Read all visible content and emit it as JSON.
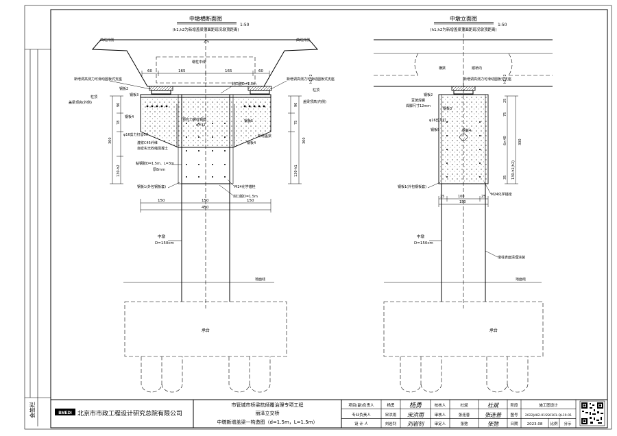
{
  "left_drawing": {
    "title": "中墩横断面图",
    "scale": "1:50",
    "note": "(h1,h2为新增盖梁顶面距现况墩顶距离)",
    "labels": {
      "curb_outer_left": "曲线外侧",
      "curb_outer_right": "曲线外侧",
      "slope": "2%",
      "pier_axis": "墩柱中线",
      "bearing_left": "新增调高测力可滑动圆板式支座",
      "bearing_right": "新增调高测力可滑动圆板式支座",
      "steel_plate_2": "钢板2",
      "steel_plate_3": "钢板3",
      "steel_plate_4": "钢板4",
      "steel_plate_5": "钢板5",
      "column_top": "柱顶",
      "cap_top_outer": "盖梁顶高(外侧)",
      "cap_top_inner": "盖梁顶高(内侧)",
      "seal_glue_top": "封口胶D=1.5m",
      "prestress_rebar": "预应力螺纹钢筋",
      "prestress_d": "d=32",
      "new_cap": "新增盖梁",
      "shear_stud": "φ16剪力钉@50",
      "concrete_1": "灌浆C45纤维",
      "concrete_2": "自密实无收缩混凝土",
      "glue": "粘钢胶D=1.5m、L=3m",
      "glue_thickness": "厚8mm",
      "steel_plate_1": "钢板1(外包钢板套)",
      "chem_anchor": "M24化学锚栓",
      "seal_glue_bottom": "封口胶D=1.5m",
      "pier": "中墩",
      "pier_d": "D=150cm",
      "ground_line": "地面线",
      "pile_cap": "承台"
    },
    "dims": {
      "d60a": "60",
      "d165a": "165",
      "d165b": "165",
      "d60b": "60",
      "v90": "90",
      "v78": "78",
      "v300": "300",
      "v130": "130-h2",
      "v130b": "130-h1",
      "v90r": "90",
      "v75r": "75",
      "v300r": "300",
      "h150a": "150",
      "h150b": "150",
      "h150c": "150",
      "h450": "450",
      "h1h2": "h1~2"
    }
  },
  "right_drawing": {
    "title": "中墩立面图",
    "scale": "1:50",
    "note": "(h1,h2为新增盖梁顶面距现况墩顶距离)",
    "labels": {
      "cross_beam": "横梁",
      "bridge_dir": "顺桥向",
      "bearing": "新增调高测力可滑动圆板式支座",
      "steel_plate_2": "钢板2",
      "stud_weld": "豆玻焊螺",
      "weld_size": "焊脚尺寸12mm",
      "steel_plate_3": "钢板3",
      "shear_stud": "φ16剪力钉",
      "steel_plate_5": "钢板5",
      "steel_plate_4": "钢板4",
      "steel_plate_1": "钢板1(外包钢板套)",
      "chem_anchor": "M24化学锚栓",
      "pier": "中墩",
      "pier_d": "D=150cm",
      "surface_coat": "墩柱表面清理涂装",
      "ground_line": "地面线",
      "pile_cap": "承台"
    },
    "dims": {
      "d25a": "25",
      "d100": "100",
      "d25b": "25",
      "d150": "150",
      "v25": "25",
      "v75": "75",
      "v640": "6×40",
      "v300": "300",
      "v130": "130-h1(h2)",
      "v35": "35",
      "h1h2": "h1~2"
    }
  },
  "title_block": {
    "company": "北京市市政工程设计研究总院有限公司",
    "logo": "BMEDI",
    "project_line1": "市管城市桥梁抗倾覆治理专项工程",
    "project_line2": "丽泽立交桥",
    "drawing_name": "中墩新增盖梁一构造图（d=1.5m，L=1.5m）",
    "rows": [
      {
        "role": "项目(副)负责人",
        "name": "杨勇",
        "check_role": "校核人",
        "check_name": "杜斌",
        "stage_label": "阶段",
        "stage_value": "施工图设计"
      },
      {
        "role": "专业负责人",
        "name": "宋洪雨",
        "check_role": "审核人",
        "check_name": "张连普",
        "stage_label": "图号",
        "stage_value": "2022J482-01SS0101-QL19-01"
      },
      {
        "role": "设 计 人",
        "name": "刘岩钊",
        "check_role": "审定人",
        "check_name": "张弛",
        "stage_label": "日期",
        "stage_value": "2023.08"
      }
    ],
    "ratio_label": "比例",
    "sheet_label": "分示",
    "sidebar_text": "会签栏"
  }
}
